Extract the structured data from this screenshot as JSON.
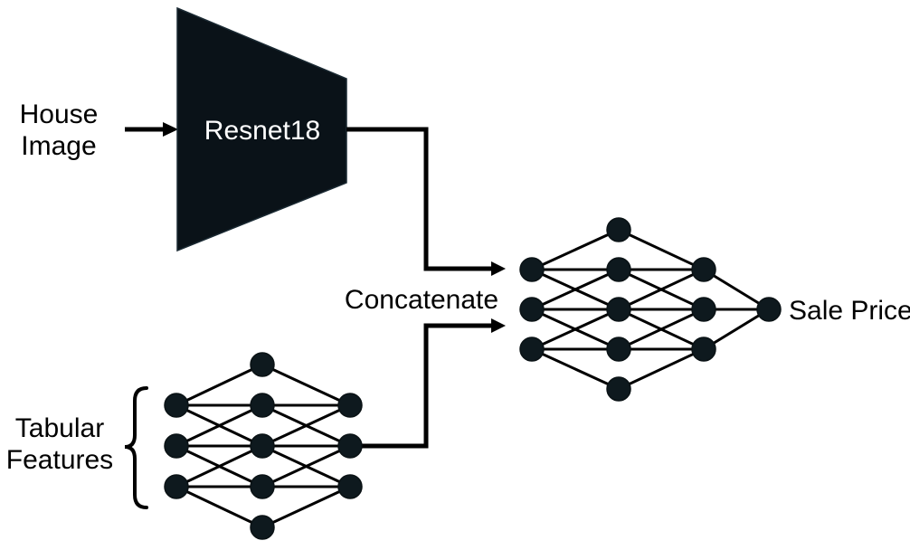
{
  "labels": {
    "house_line1": "House",
    "house_line2": "Image",
    "backbone": "Resnet18",
    "merge": "Concatenate",
    "tabular_line1": "Tabular",
    "tabular_line2": "Features",
    "output": "Sale Price"
  },
  "colors": {
    "background": "#ffffff",
    "line": "#000000",
    "node_fill": "#0e191e",
    "trapezoid_fill": "#0a1218",
    "trapezoid_edge": "#1b2a33",
    "backbone_text": "#ffffff",
    "label_text": "#000000"
  },
  "networks": {
    "tabular_mlp": {
      "layers": [
        3,
        5,
        3
      ]
    },
    "fusion_mlp": {
      "layers": [
        3,
        5,
        3,
        1
      ]
    }
  }
}
